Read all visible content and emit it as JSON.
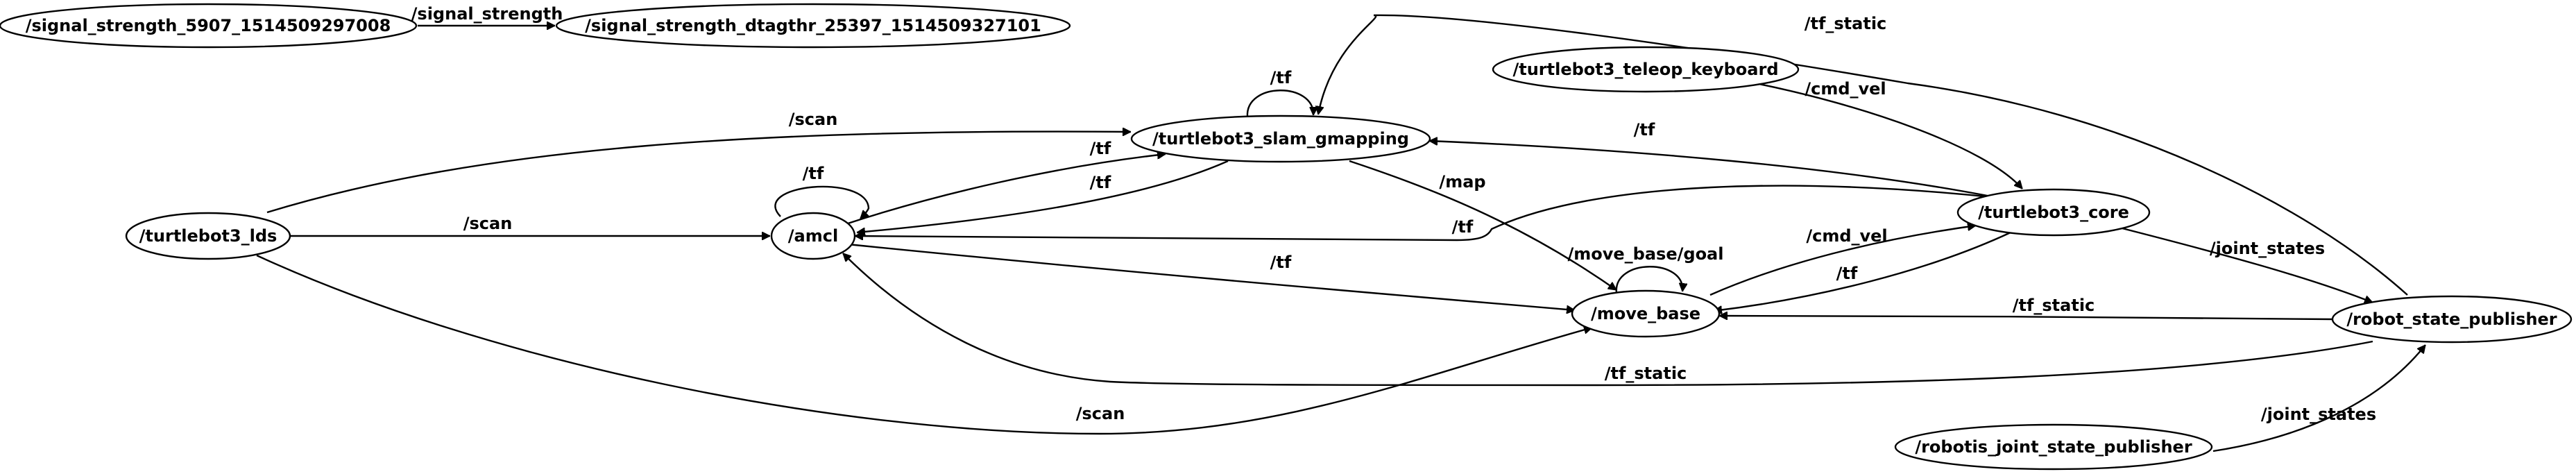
{
  "graph": {
    "nodes": {
      "signal_strength_5907": "/signal_strength_5907_1514509297008",
      "signal_strength_dtagthr": "/signal_strength_dtagthr_25397_1514509327101",
      "turtlebot3_teleop_keyboard": "/turtlebot3_teleop_keyboard",
      "turtlebot3_slam_gmapping": "/turtlebot3_slam_gmapping",
      "turtlebot3_lds": "/turtlebot3_lds",
      "amcl": "/amcl",
      "turtlebot3_core": "/turtlebot3_core",
      "move_base": "/move_base",
      "robot_state_publisher": "/robot_state_publisher",
      "robotis_joint_state_publisher": "/robotis_joint_state_publisher"
    },
    "edges": {
      "signal_strength": "/signal_strength",
      "tf_static_rsp_to_slam": "/tf_static",
      "tf_slam_self": "/tf",
      "cmd_vel_teleop_to_core": "/cmd_vel",
      "scan_lds_to_slam": "/scan",
      "tf_core_to_slam": "/tf",
      "tf_amcl_self": "/tf",
      "tf_amcl_to_slam": "/tf",
      "tf_slam_to_amcl": "/tf",
      "map_slam_to_move_base": "/map",
      "scan_lds_to_amcl": "/scan",
      "tf_core_to_amcl": "/tf",
      "move_base_goal_self": "/move_base/goal",
      "cmd_vel_move_base_to_core": "/cmd_vel",
      "joint_states_core_to_rsp": "/joint_states",
      "tf_amcl_to_move_base": "/tf",
      "tf_core_to_move_base": "/tf",
      "tf_static_rsp_to_move_base": "/tf_static",
      "tf_static_rsp_to_amcl": "/tf_static",
      "scan_lds_to_move_base": "/scan",
      "joint_states_robotis_to_rsp": "/joint_states"
    }
  }
}
